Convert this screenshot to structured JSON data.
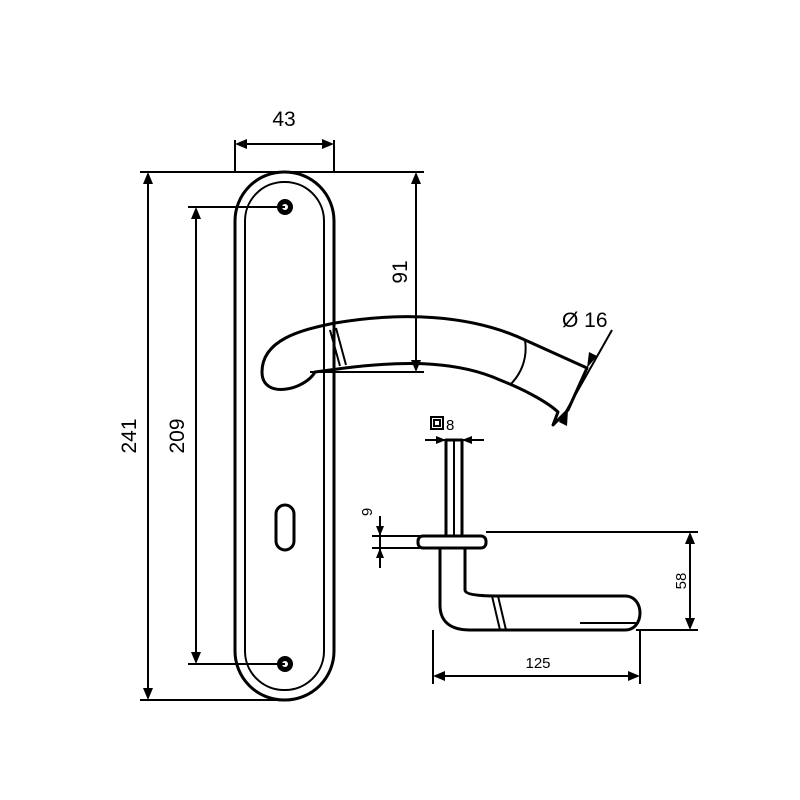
{
  "drawing": {
    "colors": {
      "line": "#000000",
      "background": "#ffffff"
    },
    "dimensions": {
      "plate_width": "43",
      "total_height": "241",
      "hole_spacing": "209",
      "handle_height": "91",
      "handle_diameter": "Ø 16",
      "spindle": "8",
      "rose_thickness": "9",
      "projection": "58",
      "handle_length": "125"
    }
  }
}
